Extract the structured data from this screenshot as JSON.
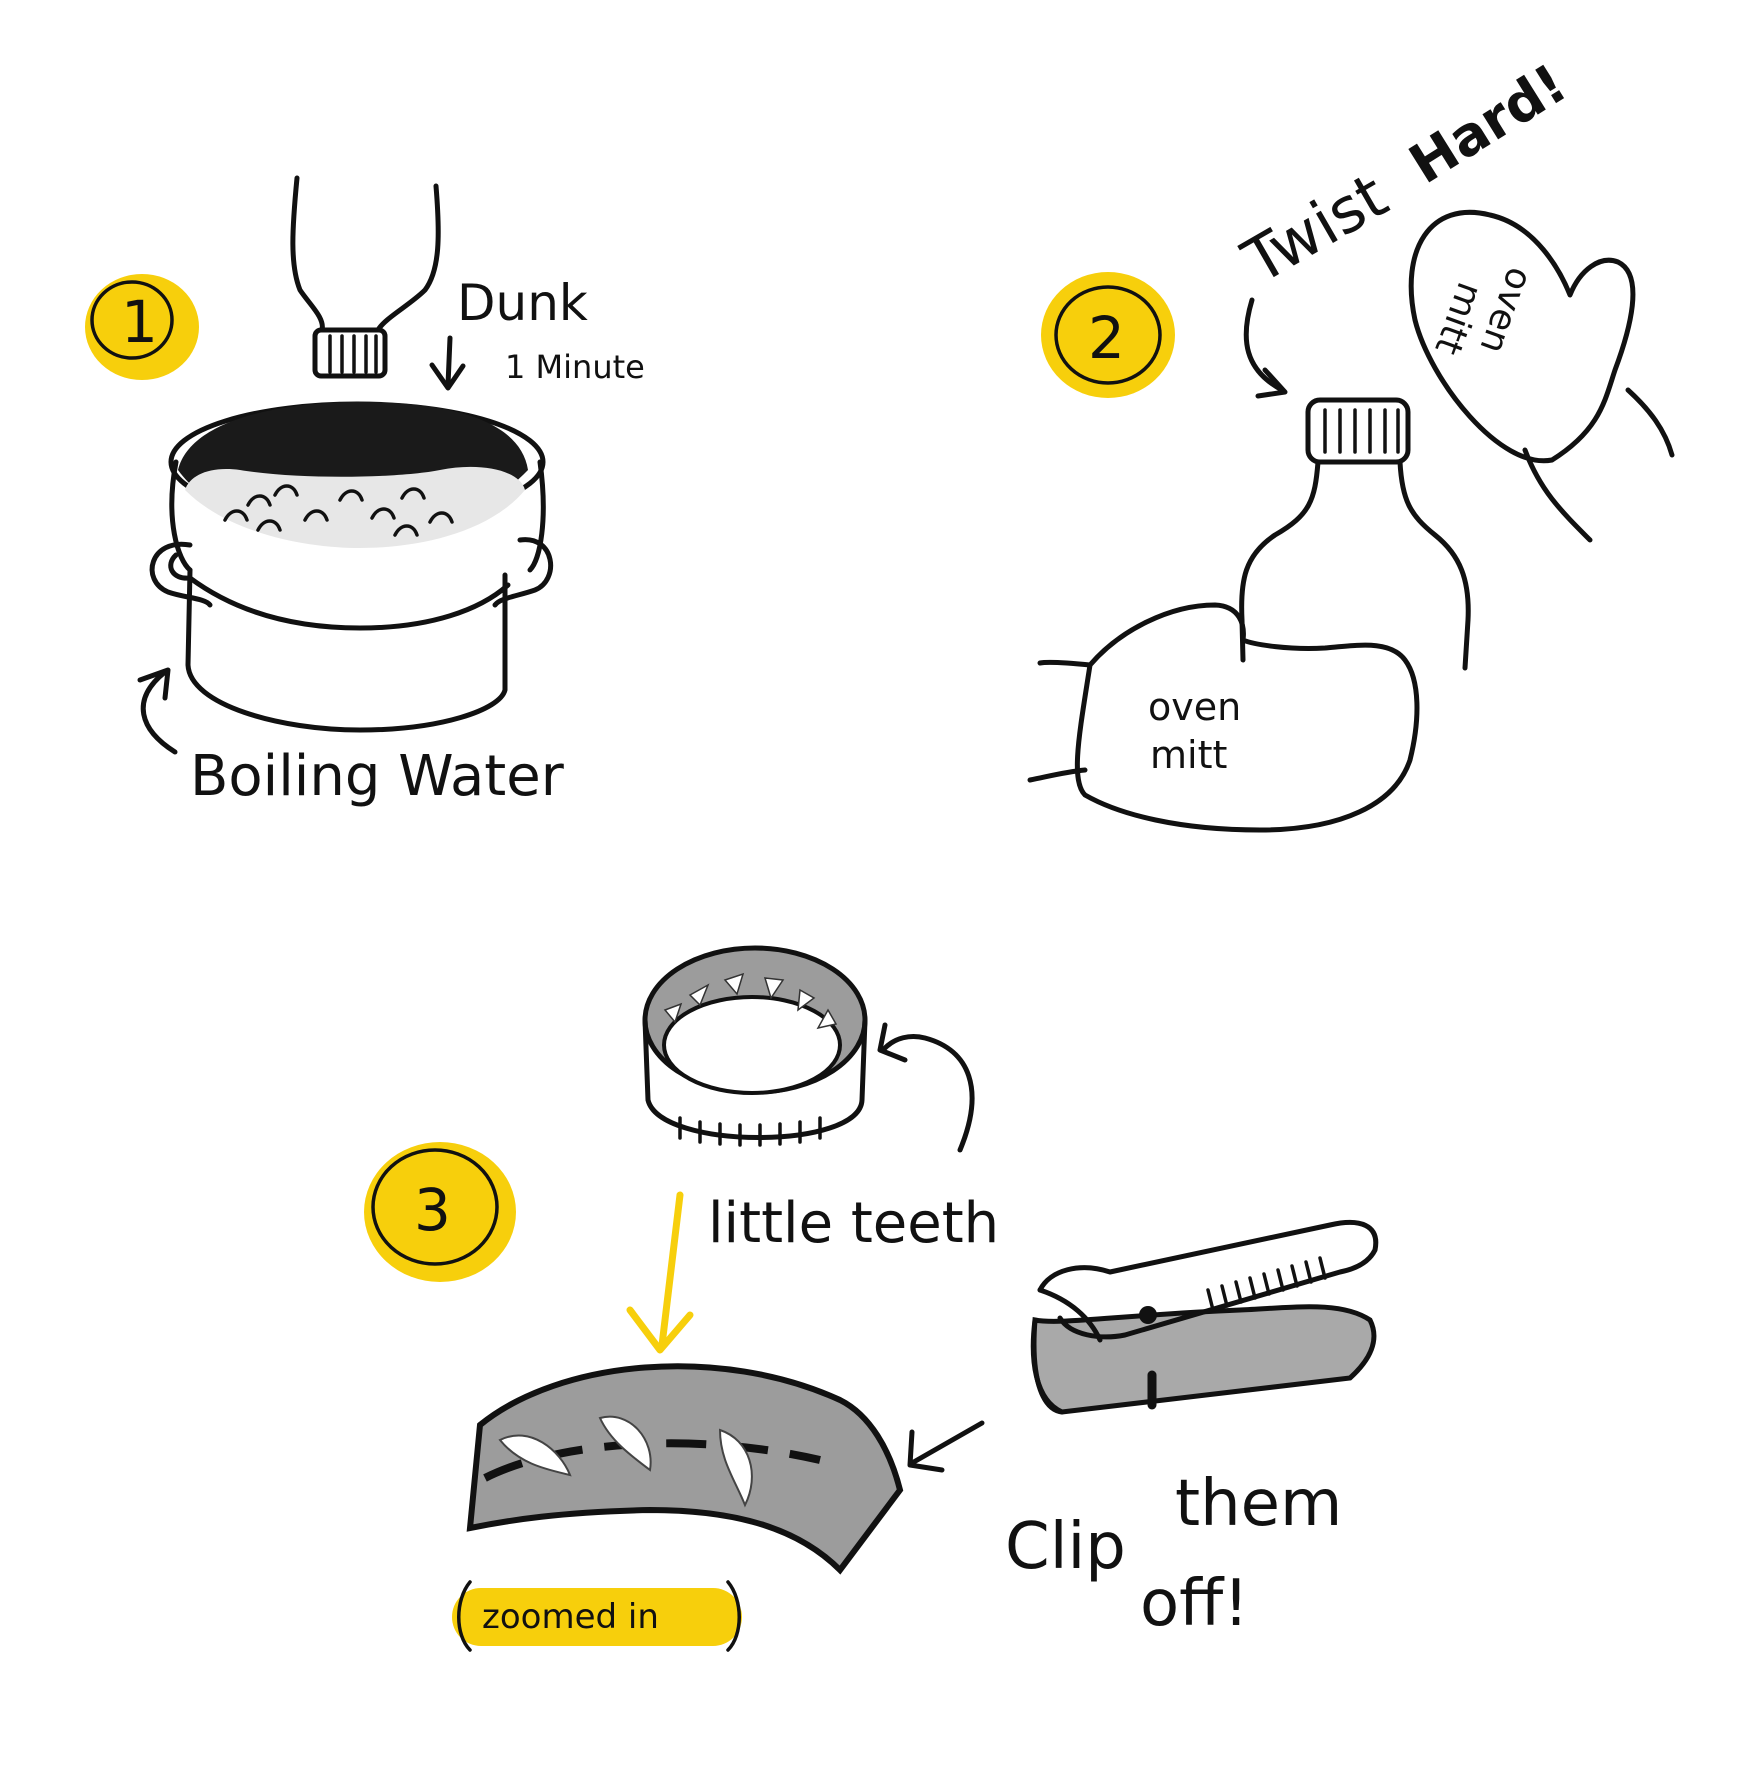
{
  "colors": {
    "ink": "#111111",
    "highlight": "#f7cf0c",
    "metal": "#a9a9a9",
    "paper": "#ffffff"
  },
  "step1": {
    "number": "1",
    "dunk_label": "Dunk",
    "time_label": "1 Minute",
    "pot_label": "Boiling Water"
  },
  "step2": {
    "number": "2",
    "twist_label": "Twist",
    "hard_label": "Hard!",
    "mitt_upper_label_line1": "oven",
    "mitt_upper_label_line2": "mitt",
    "mitt_lower_label_line1": "oven",
    "mitt_lower_label_line2": "mitt"
  },
  "step3": {
    "number": "3",
    "teeth_label": "little teeth",
    "zoom_label": "zoomed in",
    "clip_label_1": "Clip",
    "clip_label_2": "them",
    "clip_label_3": "off!"
  },
  "icons": [
    "bottle-icon",
    "pot-icon",
    "oven-mitt-icon",
    "bottle-cap-icon",
    "nail-clipper-icon",
    "arrow-icon"
  ]
}
